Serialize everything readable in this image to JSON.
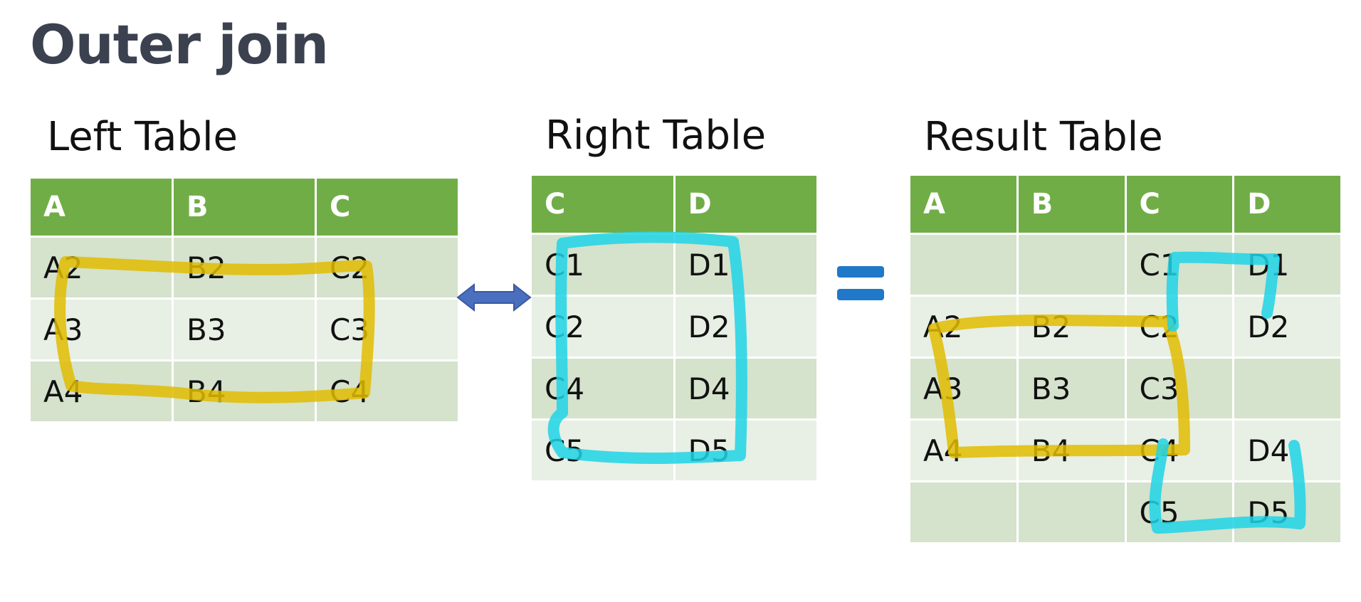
{
  "title": "Outer join",
  "left_table": {
    "caption": "Left Table",
    "headers": [
      "A",
      "B",
      "C"
    ],
    "rows": [
      [
        "A2",
        "B2",
        "C2"
      ],
      [
        "A3",
        "B3",
        "C3"
      ],
      [
        "A4",
        "B4",
        "C4"
      ]
    ]
  },
  "right_table": {
    "caption": "Right Table",
    "headers": [
      "C",
      "D"
    ],
    "rows": [
      [
        "C1",
        "D1"
      ],
      [
        "C2",
        "D2"
      ],
      [
        "C4",
        "D4"
      ],
      [
        "C5",
        "D5"
      ]
    ]
  },
  "result_table": {
    "caption": "Result Table",
    "headers": [
      "A",
      "B",
      "C",
      "D"
    ],
    "rows": [
      [
        "",
        "",
        "C1",
        "D1"
      ],
      [
        "A2",
        "B2",
        "C2",
        "D2"
      ],
      [
        "A3",
        "B3",
        "C3",
        ""
      ],
      [
        "A4",
        "B4",
        "C4",
        "D4"
      ],
      [
        "",
        "",
        "C5",
        "D5"
      ]
    ]
  },
  "colors": {
    "header_green": "#70ad47",
    "row_dark": "#d5e2cc",
    "row_light": "#e8efe4",
    "left_highlight": "#e0bc00",
    "right_highlight": "#1fd3e6",
    "arrow": "#4a6fbf",
    "equals": "#1f78c8"
  }
}
